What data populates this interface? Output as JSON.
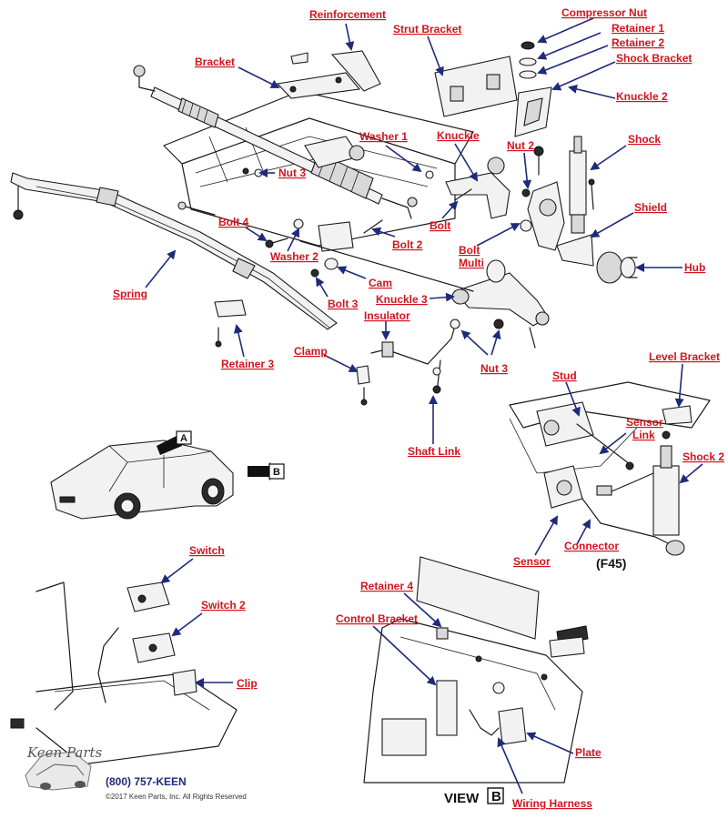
{
  "labels": {
    "reinforcement": "Reinforcement",
    "compressor_nut": "Compressor Nut",
    "retainer_1": "Retainer 1",
    "retainer_2": "Retainer 2",
    "shock_bracket": "Shock Bracket",
    "strut_bracket": "Strut Bracket",
    "bracket": "Bracket",
    "knuckle_2": "Knuckle 2",
    "washer_1": "Washer 1",
    "knuckle": "Knuckle",
    "nut_2": "Nut 2",
    "shock": "Shock",
    "nut_3_upper": "Nut 3",
    "shield": "Shield",
    "bolt_4": "Bolt 4",
    "bolt": "Bolt",
    "bolt_2": "Bolt 2",
    "bolt_multi_line1": "Bolt",
    "bolt_multi_line2": "Multi",
    "washer_2": "Washer 2",
    "hub": "Hub",
    "spring": "Spring",
    "cam": "Cam",
    "knuckle_3": "Knuckle 3",
    "bolt_3": "Bolt 3",
    "insulator": "Insulator",
    "retainer_3": "Retainer 3",
    "clamp": "Clamp",
    "nut_3_lower": "Nut 3",
    "level_bracket": "Level Bracket",
    "stud": "Stud",
    "sensor_link_line1": "Sensor",
    "sensor_link_line2": "Link",
    "shaft_link": "Shaft Link",
    "shock_2": "Shock 2",
    "connector": "Connector",
    "sensor": "Sensor",
    "switch": "Switch",
    "switch_2": "Switch 2",
    "retainer_4": "Retainer 4",
    "control_bracket": "Control Bracket",
    "clip": "Clip",
    "plate": "Plate",
    "wiring_harness": "Wiring Harness"
  },
  "view_markers": {
    "view_a": "A",
    "view_b": "B",
    "view_b_caption": "VIEW",
    "view_b_caption_letter": "B",
    "option_code": "(F45)"
  },
  "branding": {
    "logo_text": "Keen Parts",
    "phone": "(800) 757-KEEN",
    "copyright": "©2017 Keen Parts, Inc. All Rights Reserved"
  },
  "colors": {
    "label": "#d2141e",
    "leader": "#1f2a7a",
    "ink": "#1a1a1a"
  }
}
